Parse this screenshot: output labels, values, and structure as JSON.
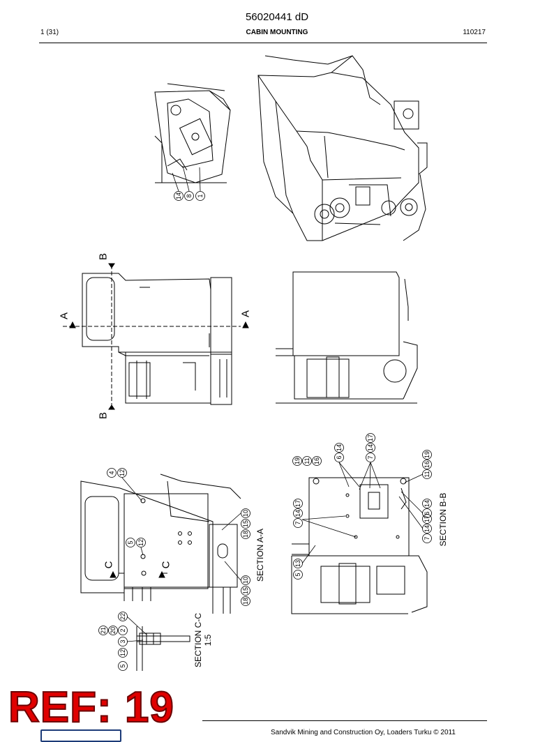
{
  "header": {
    "doc_number": "56020441 dD",
    "page": "1 (31)",
    "title": "CABIN MOUNTING",
    "date": "110217"
  },
  "views": {
    "section_aa": "SECTION  A-A",
    "section_bb": "SECTION  B-B",
    "section_cc": "SECTION C-C",
    "section_cc_scale": "1:5",
    "marker_a": "A",
    "marker_b": "B",
    "marker_c": "C"
  },
  "callouts": {
    "iso_view": [
      "14",
      "8",
      "1"
    ],
    "section_aa_top": [
      "4",
      "12",
      "5",
      "12"
    ],
    "section_aa_right": [
      "18",
      "15",
      "10",
      "18",
      "15",
      "10"
    ],
    "section_cc": [
      "21",
      "20",
      "2",
      "22",
      "5",
      "12",
      "3"
    ],
    "section_bb": [
      "19",
      "11",
      "16",
      "6",
      "14",
      "7",
      "14",
      "17",
      "7",
      "14",
      "17",
      "5",
      "13",
      "11",
      "16",
      "19",
      "6",
      "14",
      "7",
      "14",
      "17"
    ]
  },
  "footer": {
    "copyright": "Sandvik Mining and Construction Oy, Loaders Turku © 2011",
    "ref_stamp": "REF: 19"
  }
}
